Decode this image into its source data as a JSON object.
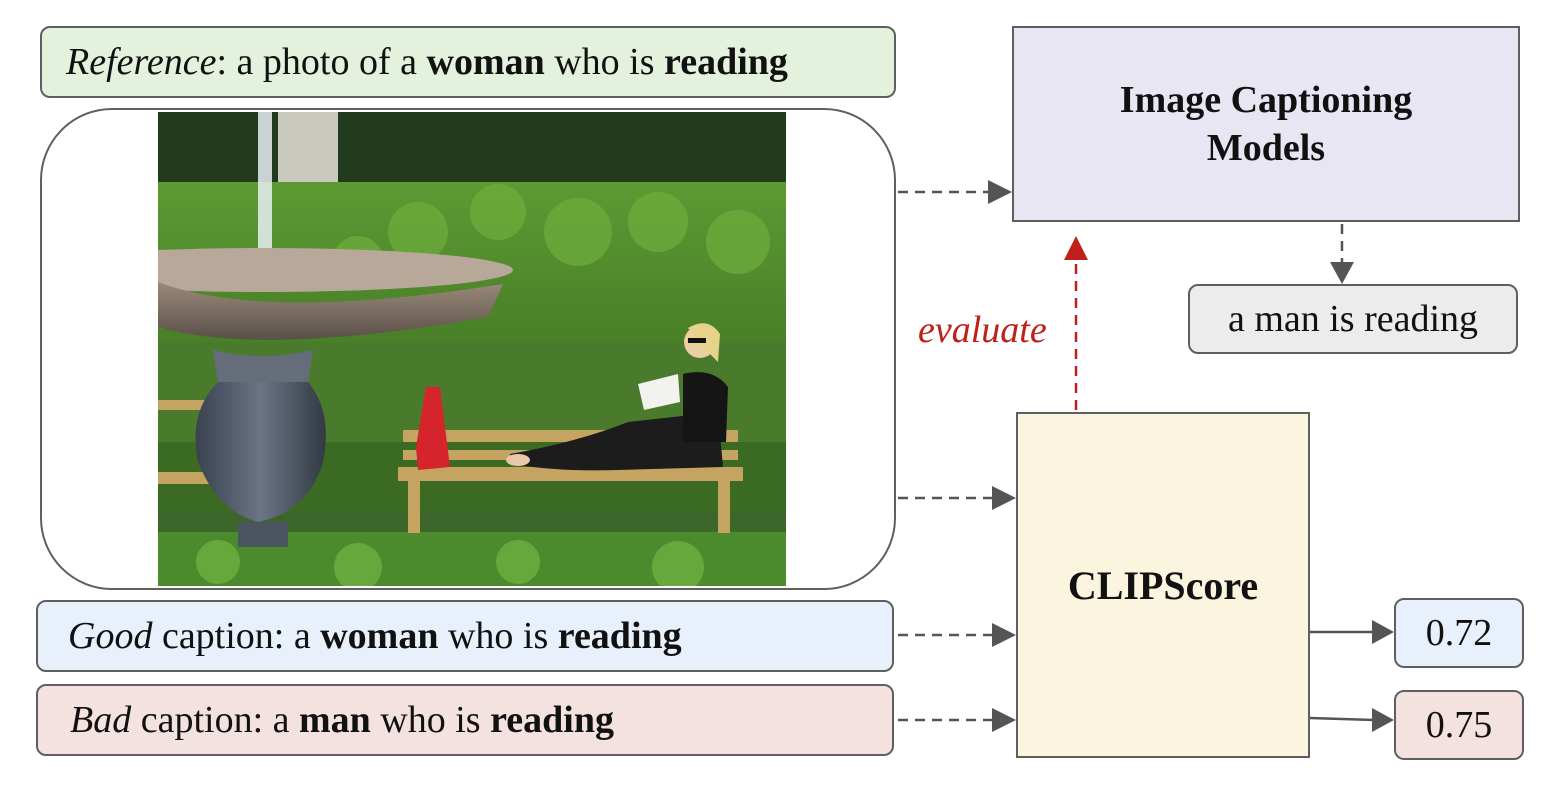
{
  "reference": {
    "prefix": "Reference",
    "sep": ": a photo of a ",
    "w1": "woman",
    "mid": " who is ",
    "w2": "reading"
  },
  "good": {
    "prefix": "Good",
    "sep": " caption: a ",
    "w1": "woman",
    "mid": " who is ",
    "w2": "reading"
  },
  "bad": {
    "prefix": "Bad",
    "sep": " caption: a ",
    "w1": "man",
    "mid": " who is ",
    "w2": "reading"
  },
  "model": {
    "line1": "Image Captioning",
    "line2": "Models"
  },
  "generated_caption": "a man is reading",
  "metric": "CLIPScore",
  "evaluate_label": "evaluate",
  "scores": {
    "good": "0.72",
    "bad": "0.75"
  },
  "colors": {
    "reference_bg": "#e4f1dc",
    "good_bg": "#e8f0fb",
    "bad_bg": "#f4e2e1",
    "model_bg": "#e7e6f2",
    "clipscore_bg": "#fbf5e0",
    "evaluate_arrow": "#c0201a"
  }
}
